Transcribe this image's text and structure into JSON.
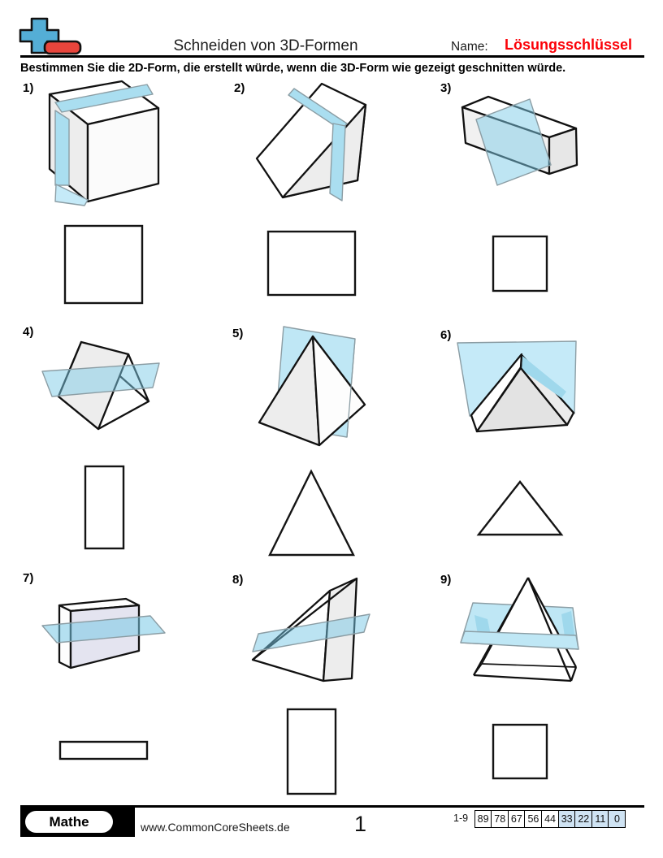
{
  "header": {
    "title": "Schneiden von 3D-Formen",
    "name_label": "Name:",
    "answer_key_label": "Lösungsschlüssel",
    "instruction": "Bestimmen Sie die 2D-Form, die erstellt würde, wenn die 3D-Form wie gezeigt geschnitten würde.",
    "logo_plus_color": "#54aed6",
    "logo_minus_color": "#e8453c",
    "answer_key_color": "#fb0007"
  },
  "problems": [
    {
      "label": "1)",
      "figure": "cube with vertical cutting plane",
      "answer_shape": "square"
    },
    {
      "label": "2)",
      "figure": "triangular prism wedge with vertical cutting plane",
      "answer_shape": "rectangle"
    },
    {
      "label": "3)",
      "figure": "rectangular box with perpendicular cutting plane",
      "answer_shape": "square"
    },
    {
      "label": "4)",
      "figure": "triangular prism tent with horizontal cutting plane",
      "answer_shape": "tall rectangle"
    },
    {
      "label": "5)",
      "figure": "pyramid with vertical cutting plane through apex",
      "answer_shape": "triangle"
    },
    {
      "label": "6)",
      "figure": "triangular prism with vertical plane parallel to face",
      "answer_shape": "wide triangle"
    },
    {
      "label": "7)",
      "figure": "thin rectangular slab with horizontal cutting plane",
      "answer_shape": "thin rectangle"
    },
    {
      "label": "8)",
      "figure": "vertical wedge with horizontal cutting plane",
      "answer_shape": "tall rectangle"
    },
    {
      "label": "9)",
      "figure": "square pyramid with horizontal cutting plane",
      "answer_shape": "square"
    }
  ],
  "footer": {
    "brand": "Mathe",
    "website": "www.CommonCoreSheets.de",
    "page_number": "1",
    "score": {
      "range_label": "1-9",
      "values": [
        "89",
        "78",
        "67",
        "56",
        "44",
        "33",
        "22",
        "11",
        "0"
      ],
      "highlight_start_index": 5,
      "highlight_color": "#cfe3f3"
    }
  }
}
